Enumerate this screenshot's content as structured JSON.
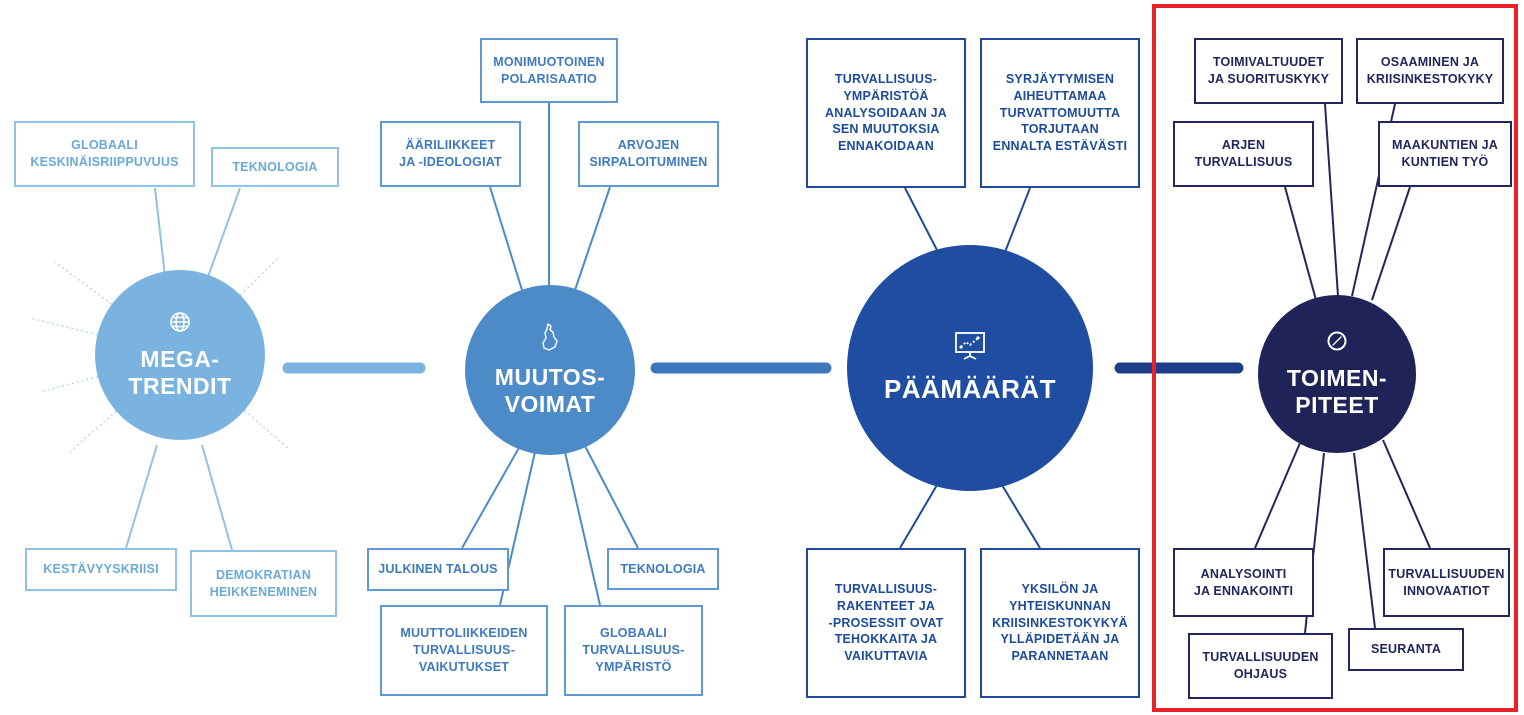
{
  "colors": {
    "megatrendit": "#7ab3e0",
    "muutosvoimat": "#4c8ac8",
    "paamaarat": "#1f4da2",
    "toimenpiteet": "#1f2358",
    "highlight": "#e8212a"
  },
  "hubs": {
    "megatrendit": {
      "line1": "MEGA-",
      "line2": "TRENDIT",
      "icon": "globe-icon"
    },
    "muutosvoimat": {
      "line1": "MUUTOS-",
      "line2": "VOIMAT",
      "icon": "finland-map-icon"
    },
    "paamaarat": {
      "line1": "PÄÄMÄÄRÄT",
      "icon": "presentation-board-icon"
    },
    "toimenpiteet": {
      "line1": "TOIMEN-",
      "line2": "PITEET",
      "icon": "compass-icon"
    }
  },
  "megatrendit": {
    "globaali": [
      "GLOBAALI",
      "KESKINÄISRIIPPUVUUS"
    ],
    "teknologia": [
      "TEKNOLOGIA"
    ],
    "kestavyys": [
      "KESTÄVYYSKRIISI"
    ],
    "demokratia": [
      "DEMOKRATIAN",
      "HEIKKENEMINEN"
    ]
  },
  "muutosvoimat": {
    "monimuotoinen": [
      "MONIMUOTOINEN",
      "POLARISAATIO"
    ],
    "aariliikkeet": [
      "ÄÄRILIIKKEET",
      "JA -IDEOLOGIAT"
    ],
    "arvojen": [
      "ARVOJEN",
      "SIRPALOITUMINEN"
    ],
    "julkinen": [
      "JULKINEN TALOUS"
    ],
    "teknologia": [
      "TEKNOLOGIA"
    ],
    "muuttoliike": [
      "MUUTTOLIIKKEIDEN",
      "TURVALLISUUS-",
      "VAIKUTUKSET"
    ],
    "globaali": [
      "GLOBAALI",
      "TURVALLISUUS-",
      "YMPÄRISTÖ"
    ]
  },
  "paamaarat": {
    "ymparisto": [
      "TURVALLISUUS-",
      "YMPÄRISTÖÄ",
      "ANALYSOIDAAN JA",
      "SEN MUUTOKSIA",
      "ENNAKOIDAAN"
    ],
    "syrjaytyminen": [
      "SYRJÄYTYMISEN",
      "AIHEUTTAMAA",
      "TURVATTOMUUTTA",
      "TORJUTAAN",
      "ENNALTA ESTÄVÄSTI"
    ],
    "rakenteet": [
      "TURVALLISUUS-",
      "RAKENTEET JA",
      "-PROSESSIT OVAT",
      "TEHOKKAITA JA",
      "VAIKUTTAVIA"
    ],
    "yksilon": [
      "YKSILÖN JA",
      "YHTEISKUNNAN",
      "KRIISINKESTOKYKYÄ",
      "YLLÄPIDETÄÄN JA",
      "PARANNETAAN"
    ]
  },
  "toimenpiteet": {
    "toimivaltuudet": [
      "TOIMIVALTUUDET",
      "JA SUORITUSKYKY"
    ],
    "osaaminen": [
      "OSAAMINEN JA",
      "KRIISINKESTOKYKY"
    ],
    "arjen": [
      "ARJEN",
      "TURVALLISUUS"
    ],
    "maakuntien": [
      "MAAKUNTIEN JA",
      "KUNTIEN TYÖ"
    ],
    "analysointi": [
      "ANALYSOINTI",
      "JA ENNAKOINTI"
    ],
    "innovaatiot": [
      "TURVALLISUUDEN",
      "INNOVAATIOT"
    ],
    "seuranta": [
      "SEURANTA"
    ],
    "ohjaus": [
      "TURVALLISUUDEN",
      "OHJAUS"
    ]
  }
}
